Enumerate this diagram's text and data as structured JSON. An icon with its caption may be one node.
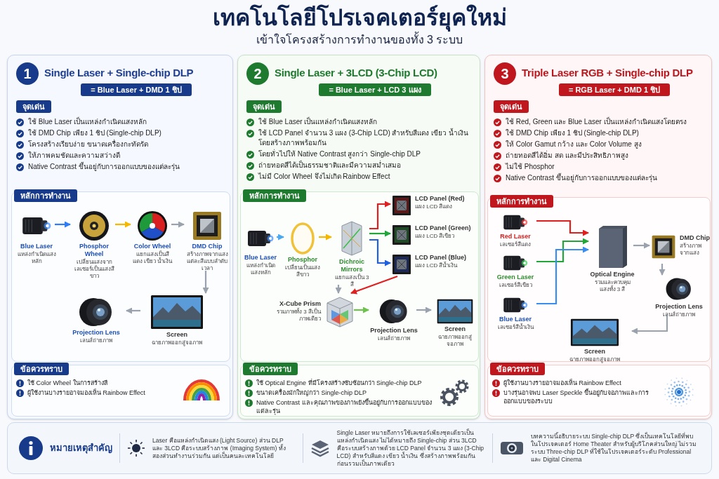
{
  "diagram": {
    "title": "เทคโนโลยีโปรเจคเตอร์ยุคใหม่",
    "nodes": [
      {
        "text": [
          "1",
          "Single Laser + Single-chip DLP",
          "= Blue Laser + DMD 1 ชิป",
          "จุดเด่น",
          "ใช้ Blue Laser เป็นแหล่งกำเนิดแสงหลัก",
          "ใช้ DMD Chip เพียง 1 ชิป (Single-chip DLP)",
          "โครงสร้างเรียบง่าย ขนาดเครื่องกะทัดรัด",
          "ให้ภาพคมชัดและความสว่างดี",
          "Native Contrast ขึ้นอยู่กับการออกแบบของแต่ละรุ่น"
        ]
      },
      {
        "text": [
          "หลักการทำงาน"
        ],
        "in": 0
      },
      {
        "text": [
          "Blue Laser",
          "แหล่งกำเนิดแสงหลัก"
        ],
        "in": 1
      },
      {
        "text": [
          "Phosphor Wheel",
          "เปลี่ยนแสงจากเลเซอร์เป็นแสงสีขาว"
        ],
        "in": 1
      },
      {
        "text": [
          "Color Wheel",
          "แยกแสงเป็นสีแดง เขียว น้ำเงิน"
        ],
        "in": 1
      },
      {
        "text": [
          "DMD Chip",
          "สร้างภาพจากแสงแต่ละสีแบบลำดับเวลา"
        ],
        "in": 1
      },
      {
        "text": [
          "Projection Lens",
          "เลนส์ถ่ายภาพ"
        ],
        "in": 1
      },
      {
        "text": [
          "Screen",
          "ฉายภาพออกสู่จอภาพ"
        ],
        "in": 1
      },
      {
        "text": [
          "ข้อควรทราบ",
          "ใช้ Color Wheel ในการสร้างสี",
          "ผู้ใช้งานบางรายอาจมองเห็น Rainbow Effect"
        ],
        "in": 0
      },
      {
        "text": [
          "2",
          "Single Laser + 3LCD (3-Chip LCD)",
          "= Blue Laser + LCD 3 แผง",
          "จุดเด่น",
          "ใช้ Blue Laser เป็นแหล่งกำเนิดแสงหลัก",
          "ใช้ LCD Panel จำนวน 3 แผง (3-Chip LCD) สำหรับสีแดง เขียว น้ำเงิน โดยสร้างภาพพร้อมกัน",
          "โดยทั่วไปให้ Native Contrast สูงกว่า Single-chip DLP",
          "ถ่ายทอดสีได้เป็นธรรมชาติและมีความสม่ำเสมอ",
          "ไม่มี Color Wheel จึงไม่เกิด Rainbow Effect"
        ]
      },
      {
        "text": [
          "หลักการทำงาน"
        ],
        "in": 9
      },
      {
        "text": [
          "Blue Laser",
          "แหล่งกำเนิดแสงหลัก"
        ],
        "in": 10
      },
      {
        "text": [
          "Phosphor",
          "เปลี่ยนเป็นแสงสีขาว"
        ],
        "in": 10
      },
      {
        "text": [
          "Dichroic Mirrors",
          "แยกแสงเป็น 3 สี"
        ],
        "in": 10
      },
      {
        "text": [
          "LCD Panel (Red)",
          "แผง LCD สีแดง"
        ],
        "in": 10
      },
      {
        "text": [
          "LCD Panel (Green)",
          "แผง LCD สีเขียว"
        ],
        "in": 10
      },
      {
        "text": [
          "LCD Panel (Blue)",
          "แผง LCD สีน้ำเงิน"
        ],
        "in": 10
      },
      {
        "text": [
          "X-Cube Prism",
          "รวมภาพทั้ง 3 สีเป็นภาพเดียว"
        ],
        "in": 10
      },
      {
        "text": [
          "Projection Lens",
          "เลนส์ถ่ายภาพ"
        ],
        "in": 10
      },
      {
        "text": [
          "Screen",
          "ฉายภาพออกสู่จอภาพ"
        ],
        "in": 10
      },
      {
        "text": [
          "ข้อควรทราบ",
          "ใช้ Optical Engine ที่มีโครงสร้างซับซ้อนกว่า Single-chip DLP",
          "ขนาดเครื่องมักใหญ่กว่า Single-chip DLP",
          "Native Contrast และคุณภาพของภาพยังขึ้นอยู่กับการออกแบบของแต่ละรุ่น"
        ],
        "in": 9
      },
      {
        "text": [
          "3",
          "Triple Laser RGB + Single-chip DLP",
          "= RGB Laser + DMD 1 ชิป",
          "จุดเด่น",
          "ใช้ Red, Green และ Blue Laser เป็นแหล่งกำเนิดแสงโดยตรง",
          "ใช้ DMD Chip เพียง 1 ชิป (Single-chip DLP)",
          "ให้ Color Gamut กว้าง และ Color Volume สูง",
          "ถ่ายทอดสีได้อิ่ม สด และมีประสิทธิภาพสูง",
          "ไม่ใช้ Phosphor",
          "Native Contrast ขึ้นอยู่กับการออกแบบของแต่ละรุ่น"
        ]
      },
      {
        "text": [
          "หลักการทำงาน"
        ],
        "in": 21
      },
      {
        "text": [
          "Red Laser",
          "เลเซอร์สีแดง"
        ],
        "in": 22
      },
      {
        "text": [
          "Green Laser",
          "เลเซอร์สีเขียว"
        ],
        "in": 22
      },
      {
        "text": [
          "Blue Laser",
          "เลเซอร์สีน้ำเงิน"
        ],
        "in": 22
      },
      {
        "text": [
          "Optical Engine",
          "รวมและควบคุมแสงทั้ง 3 สี"
        ],
        "in": 22
      },
      {
        "text": [
          "DMD Chip",
          "สร้างภาพจากแสง"
        ],
        "in": 22
      },
      {
        "text": [
          "Projection Lens",
          "เลนส์ถ่ายภาพ"
        ],
        "in": 22
      },
      {
        "text": [
          "Screen",
          "ฉายภาพออกสู่จอภาพ"
        ],
        "in": 22
      },
      {
        "text": [
          "ข้อควรทราบ",
          "ผู้ใช้งานบางรายอาจมองเห็น Rainbow Effect",
          "บางรุ่นอาจพบ Laser Speckle ขึ้นอยู่กับจอภาพและการออกแบบของระบบ"
        ],
        "in": 21
      },
      {
        "text": [
          "หมายเหตุสำคัญ",
          "Laser คือแหล่งกำเนิดแสง (Light Source) ส่วน DLP และ 3LCD คือระบบสร้างภาพ (Imaging System) ทั้งสองส่วนทำงานร่วมกัน แต่เป็นคนละเทคโนโลยี",
          "Single Laser หมายถึงการใช้เลเซอร์เพียงชุดเดียวเป็นแหล่งกำเนิดแสง ไม่ได้หมายถึง Single-chip ส่วน 3LCD คือระบบสร้างภาพด้วย LCD Panel จำนวน 3 แผง (3-Chip LCD) สำหรับสีแดง เขียว น้ำเงิน ซึ่งสร้างภาพพร้อมกันก่อนรวมเป็นภาพเดียว",
          "บทความนี้อธิบายระบบ Single-chip DLP ซึ่งเป็นเทคโนโลยีที่พบในโปรเจคเตอร์ Home Theater สำหรับผู้บริโภคส่วนใหญ่ ไม่รวมระบบ Three-chip DLP ที่ใช้ในโปรเจคเตอร์ระดับ Professional และ Digital Cinema"
        ]
      }
    ],
    "edges": [
      {
        "from": 2,
        "to": 3,
        "arrow": "to",
        "color": "#2f7df6"
      },
      {
        "from": 3,
        "to": 4,
        "arrow": "to",
        "color": "#f5b800"
      },
      {
        "from": 4,
        "to": 5,
        "arrow": "to",
        "color": "#9aa3ad"
      },
      {
        "from": 5,
        "to": 7,
        "arrow": "to",
        "color": "#9aa3ad"
      },
      {
        "from": 7,
        "to": 6,
        "arrow": "to",
        "color": "#9aa3ad"
      },
      {
        "from": 11,
        "to": 12,
        "arrow": "to",
        "color": "#4aa8f0"
      },
      {
        "from": 12,
        "to": 13,
        "arrow": "to",
        "color": "#f5b800"
      },
      {
        "from": 13,
        "to": 14,
        "arrow": "to",
        "color": "#e02020"
      },
      {
        "from": 13,
        "to": 15,
        "arrow": "to",
        "color": "#22a53a"
      },
      {
        "from": 13,
        "to": 16,
        "arrow": "to",
        "color": "#1f5fe0"
      },
      {
        "from": 16,
        "to": 17,
        "arrow": "to",
        "color": "#e02020"
      },
      {
        "from": 13,
        "to": 17,
        "arrow": "to",
        "color": "#9aa3ad"
      },
      {
        "from": 17,
        "to": 18,
        "arrow": "to",
        "color": "#6cc24a"
      },
      {
        "from": 18,
        "to": 19,
        "arrow": "to",
        "color": "#9aa3ad"
      },
      {
        "from": 23,
        "to": 26,
        "arrow": "to",
        "color": "#e02020"
      },
      {
        "from": 24,
        "to": 26,
        "arrow": "to",
        "color": "#22a53a"
      },
      {
        "from": 25,
        "to": 26,
        "arrow": "to",
        "color": "#3a8cf0"
      },
      {
        "from": 26,
        "to": 27,
        "arrow": "to",
        "color": "#9aa3ad"
      },
      {
        "from": 27,
        "to": 28,
        "arrow": "to",
        "color": "#9aa3ad"
      },
      {
        "from": 28,
        "to": 29,
        "arrow": "to",
        "color": "#9aa3ad"
      }
    ],
    "labels": [
      "เข้าใจโครงสร้างการทำงานของทั้ง 3 ระบบ"
    ]
  }
}
